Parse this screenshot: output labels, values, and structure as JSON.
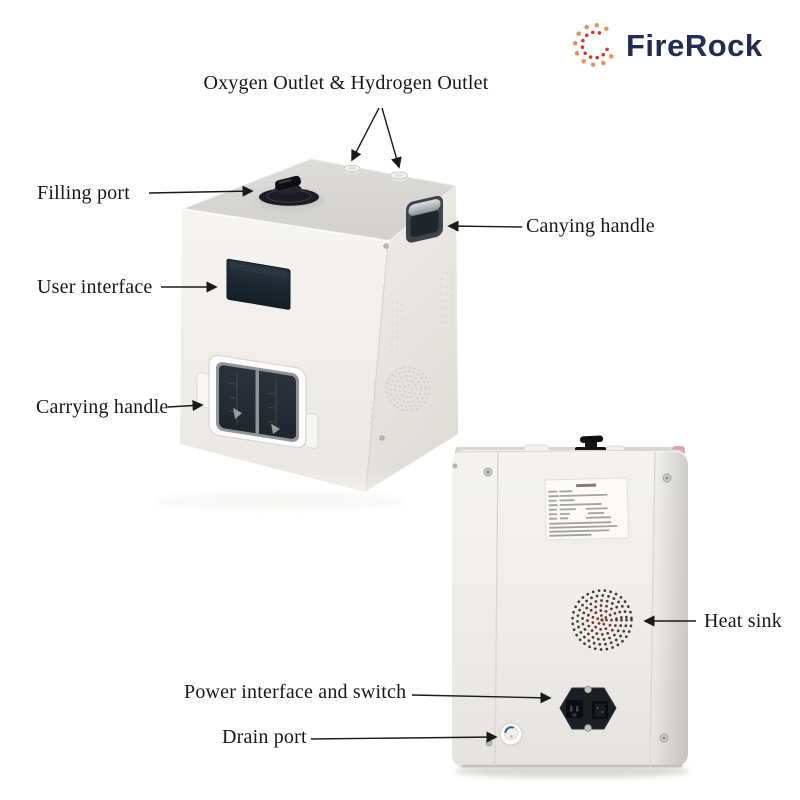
{
  "brand": {
    "name": "FireRock",
    "colors": {
      "text_navy": "#242d51",
      "dot_orange": "#e2945f",
      "dot_red": "#d4322a"
    }
  },
  "labels": {
    "outlets": "Oxygen Outlet & Hydrogen Outlet",
    "filling_port": "Filling port",
    "user_interface": "User interface",
    "carrying_handle": "Carrying handle",
    "canying_handle": "Canying handle",
    "heat_sink": "Heat sink",
    "power_interface": "Power interface and switch",
    "drain_port": "Drain port"
  }
}
